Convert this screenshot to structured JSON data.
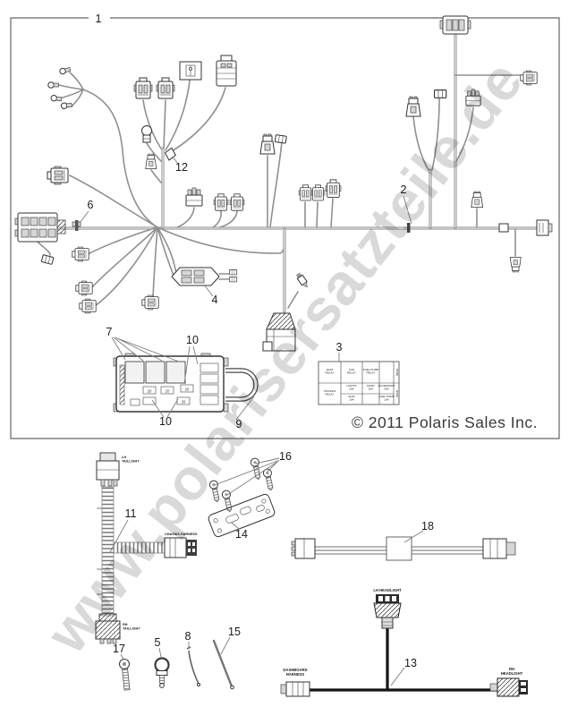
{
  "watermark": "www.polarisersatzteile.de",
  "copyright": "© 2011 Polaris Sales Inc.",
  "callouts": {
    "c1": "1",
    "c2": "2",
    "c3": "3",
    "c4": "4",
    "c5": "5",
    "c6": "6",
    "c7": "7",
    "c8": "8",
    "c9": "9",
    "c10a": "10",
    "c10b": "10",
    "c11": "11",
    "c12": "12",
    "c13": "13",
    "c14": "14",
    "c15": "15",
    "c16": "16",
    "c17": "17",
    "c18": "18"
  },
  "labels": {
    "lh_taillight": "LH\nTAILLIGHT",
    "chassis_harness": "CHASSIS HARNESS",
    "rh_taillight": "RH\nTAILLIGHT",
    "lh_headlight": "LH HEADLIGHT",
    "dashboard_harness": "DASHBOARD\nHARNESS",
    "rh_headlight": "RH\nHEADLIGHT"
  },
  "relay_panel": {
    "row1": [
      "ECM\nRELAY",
      "FAN\nRELAY",
      "FUEL PUMP\nRELAY",
      ""
    ],
    "row2_left": "CHASSIS\nRELAY",
    "row2_top": [
      "LIGHTS\n20A",
      "DASH\n20A",
      "ACCESSORY\n20A"
    ],
    "row2_bottom": [
      "ECM\n10A",
      "",
      "FUEL PUMP\n10A"
    ],
    "side": "SPARE"
  },
  "fuse_values": [
    "20",
    "20",
    "20",
    "20"
  ]
}
